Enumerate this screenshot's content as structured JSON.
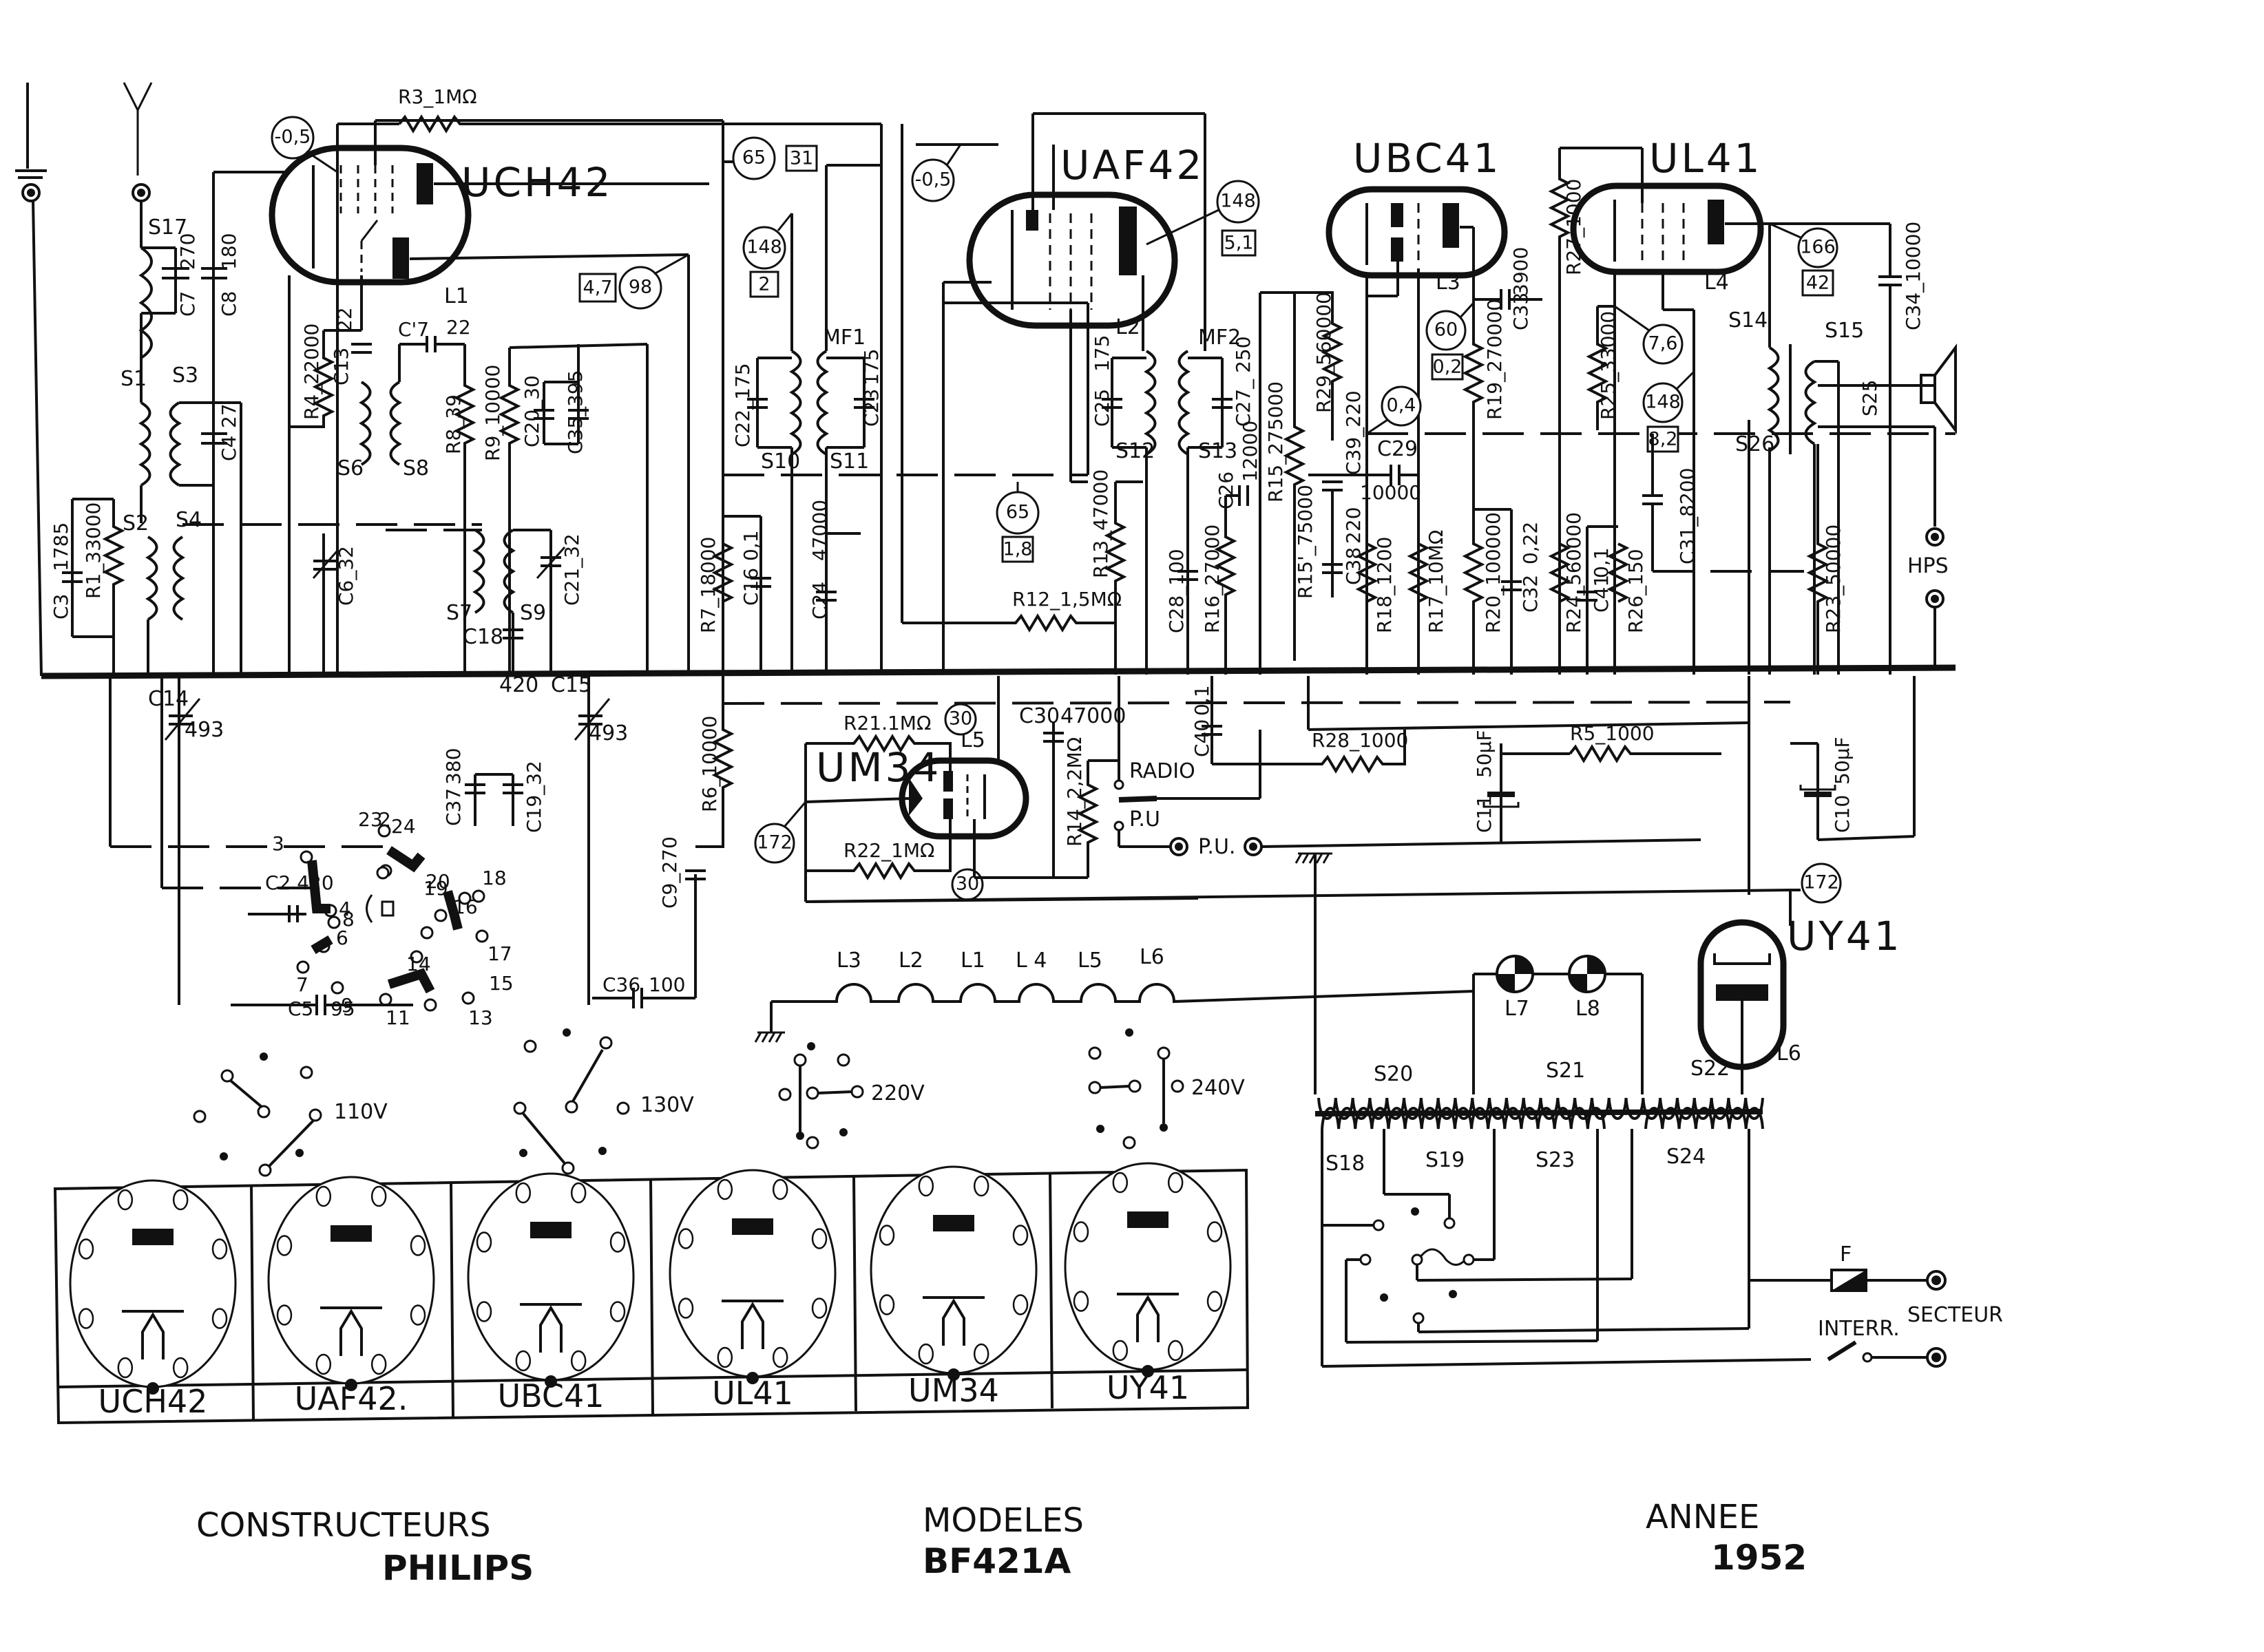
{
  "document": {
    "type": "radio schematic",
    "footer": {
      "manufacturer_label": "CONSTRUCTEURS",
      "manufacturer": "PHILIPS",
      "model_label": "MODELES",
      "model": "BF421A",
      "year_label": "ANNEE",
      "year": "1952"
    }
  },
  "tubes": [
    {
      "name": "UCH42",
      "ref": "L1"
    },
    {
      "name": "UAF42",
      "ref": "L2"
    },
    {
      "name": "UBC41",
      "ref": "L3"
    },
    {
      "name": "UL41",
      "ref": "L4"
    },
    {
      "name": "UM34",
      "ref": "L5"
    },
    {
      "name": "UY41",
      "ref": "L6"
    }
  ],
  "voltage_readings": {
    "uch42_grid": "-0,5",
    "uch42_screen": "65",
    "uch42_screen_ma": "31",
    "uch42_osc": "98",
    "uch42_osc_ma": "4,7",
    "mf1_plate": "148",
    "mf1_plate_ma": "2",
    "uaf42_grid": "-0,5",
    "uaf42_plate": "148",
    "uaf42_plate_ma": "5,1",
    "uaf42_screen": "65",
    "uaf42_screen_ma": "1,8",
    "ubc41_plate": "60",
    "ubc41_plate_ma": "0,2",
    "ubc41_diode": "0,4",
    "ul41_plate": "166",
    "ul41_plate_ma": "42",
    "ul41_cathode": "7,6",
    "ul41_screen": "148",
    "ul41_screen_ma": "8,2",
    "um34_top": "30",
    "um34_bottom": "30",
    "um34_target": "172",
    "uy41_out": "172"
  },
  "components": {
    "R3": "R3_1MΩ",
    "R4": "R4_22000",
    "R8": "R8_39",
    "R9": "R9_10000",
    "R1": "R1_33000",
    "R7": "R7_18000",
    "R6": "R6_10000",
    "R13": "R13_47000",
    "R12": "R12_1,5MΩ",
    "R16": "R16_27000",
    "R15": "R15_275000",
    "R15b": "R15'_75000",
    "R29": "R29_560000",
    "R18": "R18_1200",
    "R17": "R17_10MΩ",
    "R19": "R19_270000",
    "R20": "R20_100000",
    "R27": "R27_1000",
    "R25": "R25_33000",
    "R24": "R24_560000",
    "R26": "R26_150",
    "R23": "R23_50000",
    "R21": "R21.1MΩ",
    "R22": "R22_1MΩ",
    "R14": "R14_2,2MΩ",
    "R28": "R28_1000",
    "R5": "R5_1000",
    "C7": "C7",
    "C7v": "270",
    "C8": "C8",
    "C8v": "180",
    "C4": "C4",
    "C4v": "27",
    "C13": "C13",
    "C13v": "22",
    "C17": "C'7",
    "C17v": "22",
    "C20": "C20_30",
    "C35": "C35_395",
    "C22": "C22_175",
    "C23": "C23",
    "C23v": "175",
    "C25": "C25",
    "C25v": "175",
    "C27": "C27_ 250",
    "C39": "C39_220",
    "C29": "C29",
    "C29v": "10000",
    "C26": "C26",
    "C26v": "12000",
    "C28": "C28_100",
    "C38": "C38",
    "C38v": "220",
    "C32": "C32",
    "C32v": "0,22",
    "C33": "C33",
    "C33v": "3900",
    "C41": "C41",
    "C41v": "0,1",
    "C31": "C31_8200",
    "C34": "C34_10000",
    "C3": "C3",
    "C3v": "1785",
    "C6": "C6_32",
    "C21": "C21_32",
    "C18": "C18",
    "C18v": "420",
    "C16": "C16",
    "C16v": "0,1",
    "C24": "C24",
    "C24v": "47000",
    "C14": "C14",
    "C14v": "493",
    "C15": "C15",
    "C15v": "493",
    "C37": "C37",
    "C37v": "380",
    "C19": "C19_32",
    "C2": "C2.420",
    "C5": "C5",
    "C5v": "95",
    "C36": "C36",
    "C36v": "100",
    "C9": "C9_270",
    "C30": "C30",
    "C30v": "47000",
    "C40": "C40",
    "C40v": "0,1",
    "C11": "C11",
    "C11v": "50µF",
    "C10": "C10",
    "C10v": "50µF"
  },
  "coils": {
    "S17": "S17",
    "S1": "S1",
    "S3": "S3",
    "S2": "S2",
    "S4": "S4",
    "S6": "S6",
    "S8": "S8",
    "S7": "S7",
    "S9": "S9",
    "S10": "S10",
    "S11": "S11",
    "S12": "S12",
    "S13": "S13",
    "MF1": "MF1",
    "MF2": "MF2",
    "S14": "S14",
    "S15": "S15",
    "S25": "S25",
    "S26": "S26",
    "S18": "S18",
    "S19": "S19",
    "S20": "S20",
    "S21": "S21",
    "S22": "S22",
    "S23": "S23",
    "S24": "S24"
  },
  "heater_chain": [
    "L3",
    "L2",
    "L1",
    "L 4",
    "L5",
    "L6"
  ],
  "pilot_lamps": [
    "L7",
    "L8"
  ],
  "switch_labels": {
    "radio": "RADIO",
    "pu": "P.U",
    "pu_jack": "P.U.",
    "hps": "HPS",
    "fuse": "F",
    "mains": "SECTEUR",
    "power_switch": "INTERR."
  },
  "wavechange_contacts": [
    "2",
    "3",
    "4",
    "6",
    "7",
    "8",
    "9",
    "11",
    "13",
    "14",
    "15",
    "16",
    "17",
    "18",
    "19",
    "20",
    "23",
    "24"
  ],
  "mains_settings": [
    "110V",
    "130V",
    "220V",
    "240V"
  ],
  "base_diagrams": [
    "UCH42",
    "UAF42.",
    "UBC41",
    "UL41",
    "UM34",
    "UY41"
  ]
}
